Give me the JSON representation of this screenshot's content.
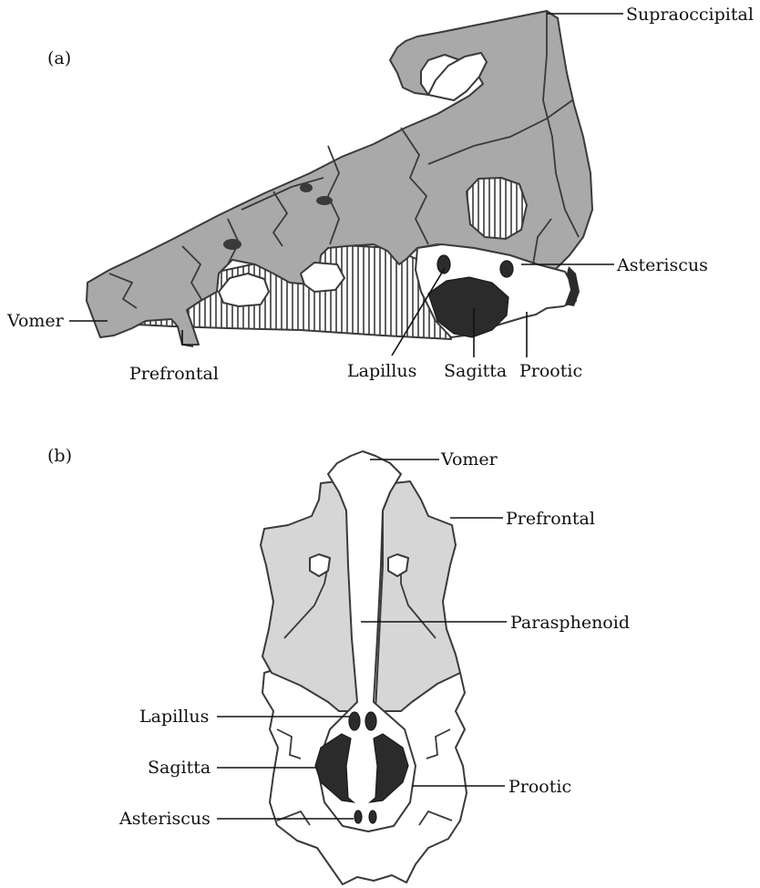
{
  "figure": {
    "panel_a": {
      "tag": "(a)",
      "labels": {
        "supraoccipital": "Supraoccipital",
        "asteriscus": "Asteriscus",
        "vomer": "Vomer",
        "prefrontal": "Prefrontal",
        "lapillus": "Lapillus",
        "sagitta": "Sagitta",
        "prootic": "Prootic"
      }
    },
    "panel_b": {
      "tag": "(b)",
      "labels": {
        "vomer": "Vomer",
        "prefrontal": "Prefrontal",
        "parasphenoid": "Parasphenoid",
        "lapillus": "Lapillus",
        "sagitta": "Sagitta",
        "prootic": "Prootic",
        "asteriscus": "Asteriscus"
      }
    },
    "colors": {
      "bone_dark": "#a9a9a9",
      "bone_light": "#d6d6d6",
      "otolith": "#2b2b2b",
      "hatch": "#3a3a3a"
    }
  }
}
